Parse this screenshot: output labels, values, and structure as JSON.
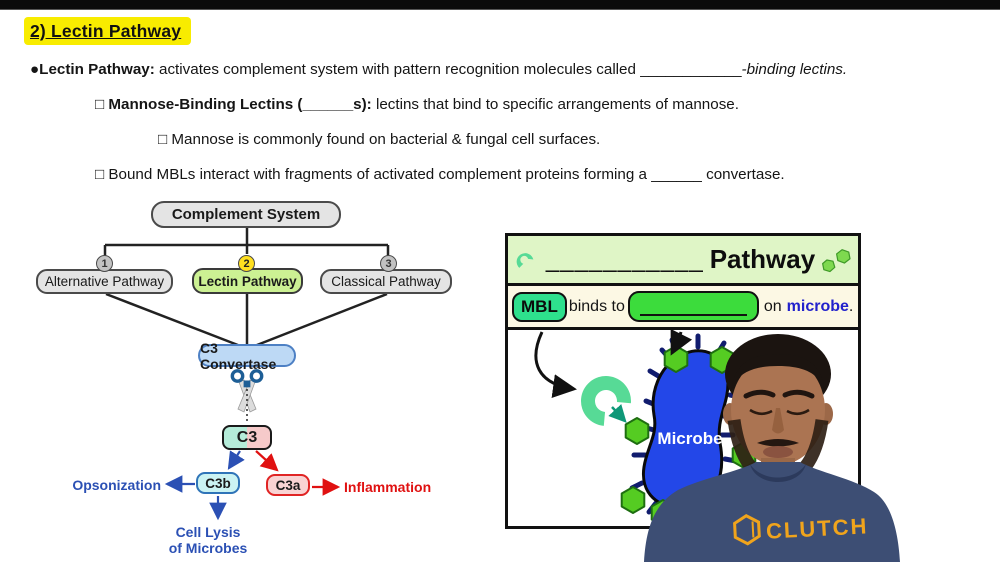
{
  "title": {
    "text": "2) Lectin Pathway"
  },
  "bullets": {
    "b1_label": "●Lectin Pathway:",
    "b1_text": " activates complement system with pattern recognition molecules called ",
    "b1_blank": "____________",
    "b1_italic": "-binding lectins.",
    "b2_marker": "□",
    "b2_bold": " Mannose-Binding Lectins (______s):",
    "b2_text": " lectins that bind to specific arrangements of mannose.",
    "b3_marker": "□",
    "b3_text": " Mannose is commonly found on bacterial & fungal cell surfaces.",
    "b4_marker": "□",
    "b4_text": " Bound MBLs interact with fragments of activated complement proteins forming a ______ convertase."
  },
  "flowchart": {
    "root_label": "Complement System",
    "pathways": [
      {
        "num": "1",
        "label": "Alternative Pathway"
      },
      {
        "num": "2",
        "label": "Lectin Pathway"
      },
      {
        "num": "3",
        "label": "Classical Pathway"
      }
    ],
    "c3_convertase_label": "C3 Convertase",
    "c3_label": "C3",
    "c3b_label": "C3b",
    "c3a_label": "C3a",
    "opsonization_label": "Opsonization",
    "inflammation_label": "Inflammation",
    "cell_lysis_line1": "Cell Lysis",
    "cell_lysis_line2": "of Microbes"
  },
  "panel": {
    "title_blank": "___________",
    "title_word": "Pathway",
    "mbl_label": "MBL",
    "binds_to": "binds to",
    "on_label": "on",
    "microbe_word": "microbe",
    "period": ".",
    "microbe_label": "Microbe"
  },
  "presenter": {
    "shirt_logo": "CLUTCH"
  },
  "colors": {
    "highlight_yellow": "#f8ec00",
    "lectin_green": "#ccf193",
    "step_yellow": "#ffdf20",
    "convertase_blue": "#bdd9f5",
    "c3b_blue": "#2f74b8",
    "c3a_red": "#e02424",
    "blue_text": "#2b50b4",
    "red_text": "#e01111",
    "panel_header_green": "#dff5c6",
    "panel_row_cream": "#fcf8e4",
    "mbl_green": "#2ee08d",
    "blank_green": "#3cdc3c",
    "microbe_blue": "#2347e8",
    "mannose_green": "#55cc22",
    "crescent_green": "#57da96",
    "shirt_navy": "#3d4e74",
    "logo_gold": "#f0a41c"
  }
}
